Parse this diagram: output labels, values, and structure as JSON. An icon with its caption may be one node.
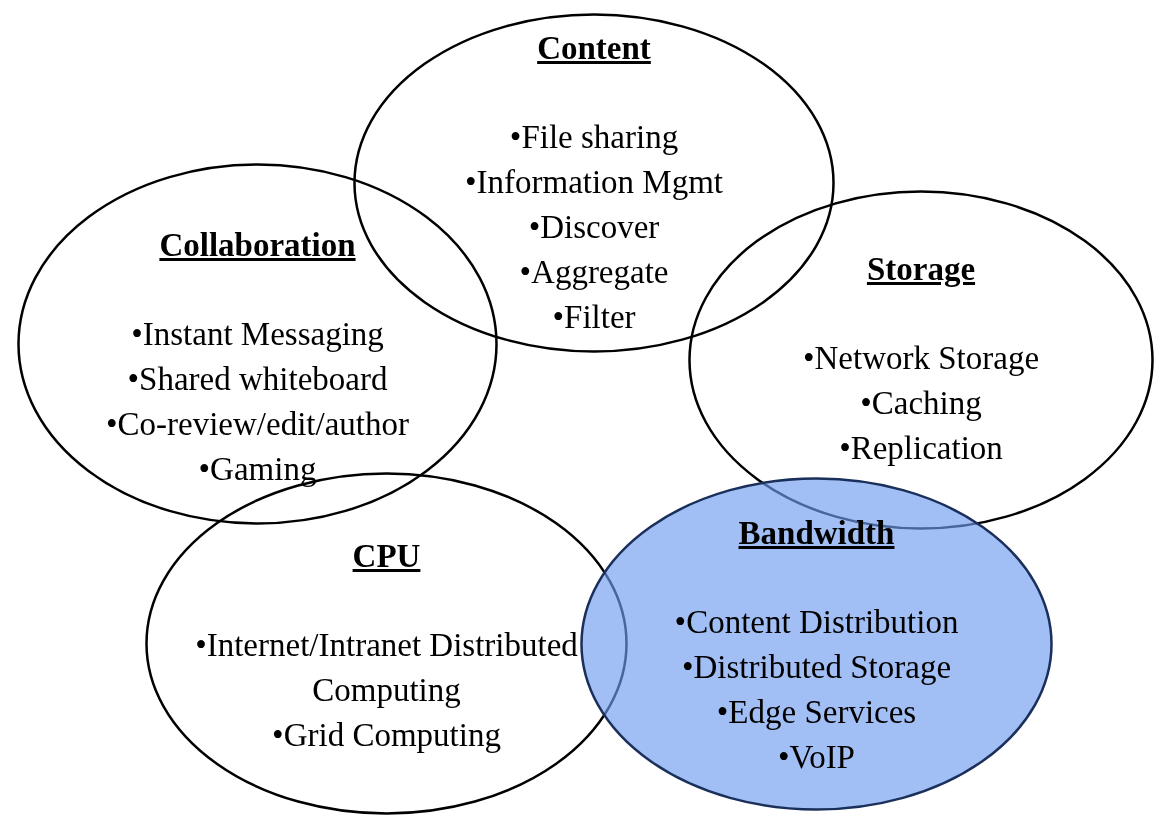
{
  "diagram": {
    "nodes": [
      {
        "text": [
          "Content",
          "•File sharing",
          "•Information Mgmt",
          "•Discover",
          "•Aggregate",
          "•Filter"
        ]
      },
      {
        "text": [
          "Collaboration",
          "•Instant Messaging",
          "•Shared whiteboard",
          "•Co-review/edit/author",
          "•Gaming"
        ]
      },
      {
        "text": [
          "Storage",
          "•Network Storage",
          "•Caching",
          "•Replication"
        ]
      },
      {
        "text": [
          "CPU",
          "•Internet/Intranet Distributed Computing",
          "•Grid Computing"
        ]
      },
      {
        "text": [
          "Bandwidth",
          "•Content Distribution",
          "•Distributed Storage",
          "•Edge Services",
          "•VoIP"
        ]
      }
    ]
  }
}
